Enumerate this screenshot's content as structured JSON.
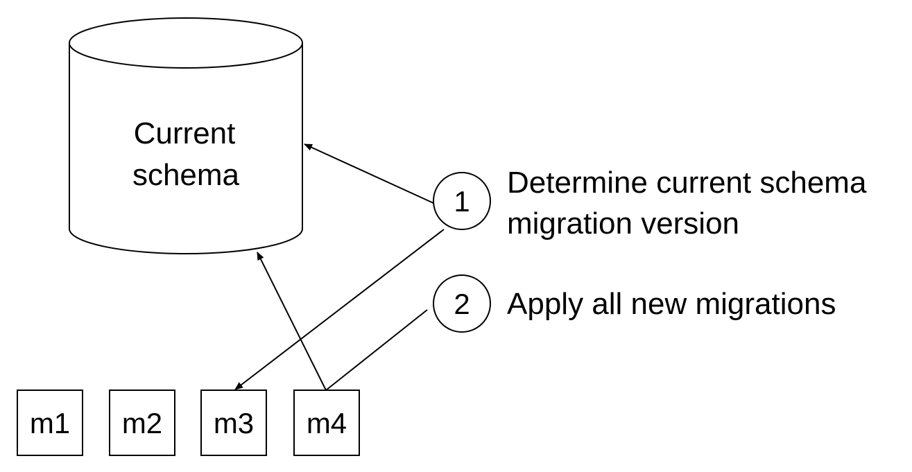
{
  "database": {
    "label_line1": "Current",
    "label_line2": "schema"
  },
  "steps": [
    {
      "number": "1",
      "text_line1": "Determine current schema",
      "text_line2": "migration version"
    },
    {
      "number": "2",
      "text_line1": "Apply all new migrations"
    }
  ],
  "migrations": [
    "m1",
    "m2",
    "m3",
    "m4"
  ],
  "colors": {
    "stroke": "#000000",
    "background": "#ffffff"
  }
}
